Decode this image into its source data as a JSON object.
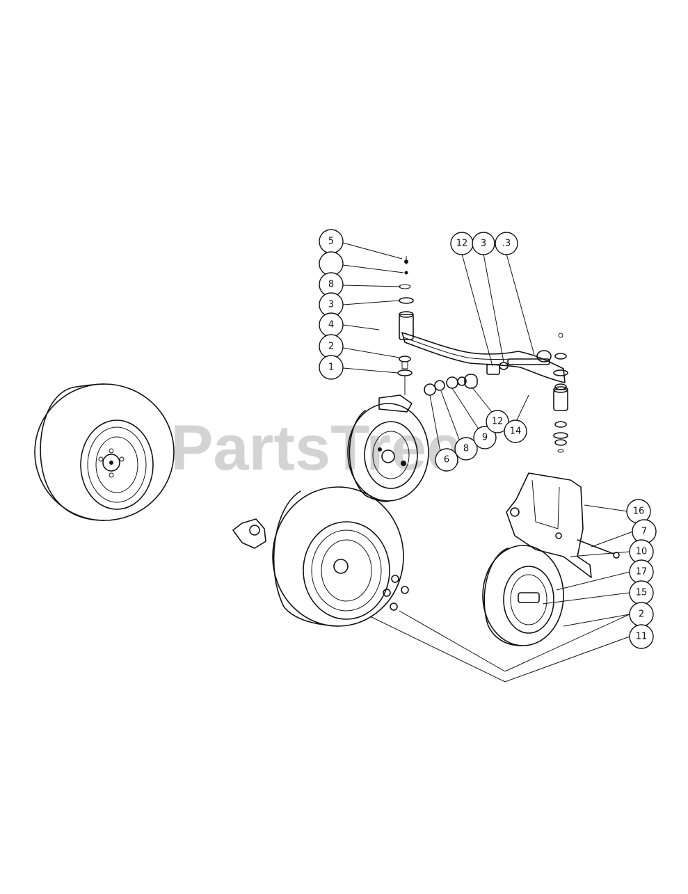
{
  "watermark": "PartsTree",
  "callouts": [
    "5",
    "",
    "8",
    "3",
    "4",
    "2",
    "1",
    "12",
    "3",
    ".3",
    "6",
    "8",
    "9",
    "12",
    "14",
    "16",
    "7",
    "10",
    "17",
    "15",
    "2",
    "11"
  ]
}
